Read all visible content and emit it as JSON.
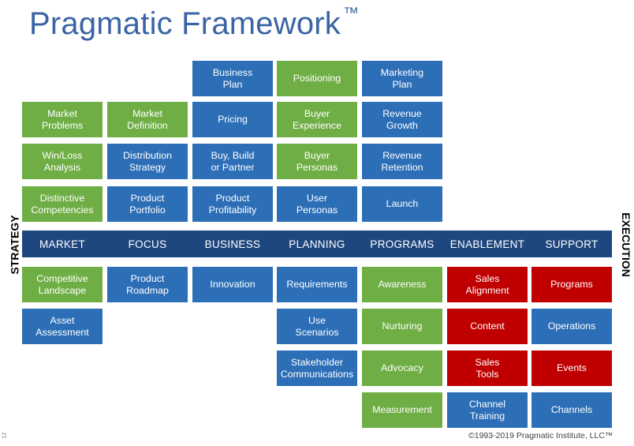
{
  "title": "Pragmatic Framework",
  "title_mark": "TM",
  "side_labels": {
    "left": "STRATEGY",
    "right": "EXECUTION"
  },
  "columns": [
    "MARKET",
    "FOCUS",
    "BUSINESS",
    "PLANNING",
    "PROGRAMS",
    "ENABLEMENT",
    "SUPPORT"
  ],
  "strategy": {
    "market": [
      "Market\nProblems",
      "Win/Loss\nAnalysis",
      "Distinctive\nCompetencies"
    ],
    "focus": [
      "Market\nDefinition",
      "Distribution\nStrategy",
      "Product\nPortfolio"
    ],
    "business": [
      "Business\nPlan",
      "Pricing",
      "Buy, Build\nor Partner",
      "Product\nProfitability"
    ],
    "planning": [
      "Positioning",
      "Buyer\nExperience",
      "Buyer\nPersonas",
      "User\nPersonas"
    ],
    "programs": [
      "Marketing\nPlan",
      "Revenue\nGrowth",
      "Revenue\nRetention",
      "Launch"
    ]
  },
  "execution": {
    "market": [
      "Competitive\nLandscape",
      "Asset\nAssessment"
    ],
    "focus": [
      "Product\nRoadmap"
    ],
    "business": [
      "Innovation"
    ],
    "planning": [
      "Requirements",
      "Use\nScenarios",
      "Stakeholder\nCommunications"
    ],
    "programs": [
      "Awareness",
      "Nurturing",
      "Advocacy",
      "Measurement"
    ],
    "enablement": [
      "Sales\nAlignment",
      "Content",
      "Sales\nTools",
      "Channel\nTraining"
    ],
    "support": [
      "Programs",
      "Operations",
      "Events",
      "Channels"
    ]
  },
  "colors": {
    "green": "#6fae45",
    "blue": "#2d6fb7",
    "red": "#c00000",
    "band": "#1f477f",
    "title": "#3a64a5"
  },
  "copyright": "©1993-2019 Pragmatic Institute, LLC™",
  "page_number": "12"
}
